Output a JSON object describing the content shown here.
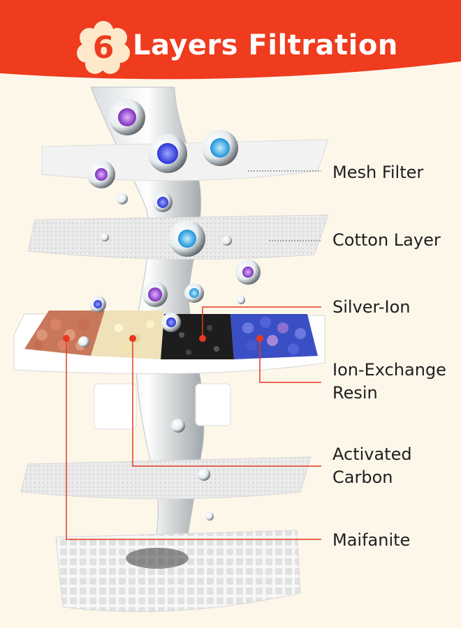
{
  "header": {
    "badge_number": "6",
    "title": "Layers Filtration",
    "colors": {
      "banner": "#ef3b1e",
      "badge": "#fde9c9",
      "background": "#fdf7ea"
    }
  },
  "layers": [
    {
      "label": "Mesh Filter"
    },
    {
      "label": "Cotton Layer"
    },
    {
      "label": "Silver-Ion"
    },
    {
      "label_line1": "Ion-Exchange",
      "label_line2": "Resin"
    },
    {
      "label_line1": "Activated",
      "label_line2": "Carbon"
    },
    {
      "label": "Maifanite"
    }
  ],
  "colors": {
    "leader_gray": "#8c8c8c",
    "leader_red": "#e5391f"
  }
}
